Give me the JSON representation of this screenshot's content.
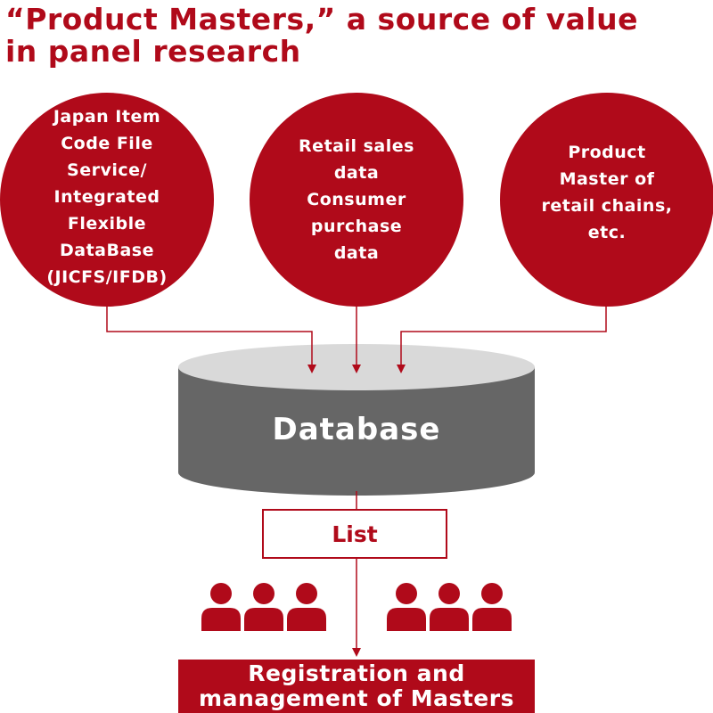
{
  "title": {
    "line1": "“Product Masters,” a source of value",
    "line2": "in panel research"
  },
  "sources": [
    {
      "lines": [
        "Japan Item",
        "Code File",
        "Service/",
        "Integrated",
        "Flexible",
        "DataBase",
        "(JICFS/IFDB)"
      ]
    },
    {
      "lines": [
        "Retail sales",
        "data",
        "Consumer",
        "purchase",
        "data"
      ]
    },
    {
      "lines": [
        "Product",
        "Master of",
        "retail chains,",
        "etc."
      ]
    }
  ],
  "database": {
    "label": "Database"
  },
  "list": {
    "label": "List"
  },
  "registration": {
    "line1": "Registration and",
    "line2": "management of Masters"
  },
  "people": {
    "icon": "person-icon",
    "left_count": 3,
    "right_count": 3
  },
  "colors": {
    "accent": "#b00a1a",
    "database_body": "#666666",
    "database_top": "#d9d9d9"
  }
}
